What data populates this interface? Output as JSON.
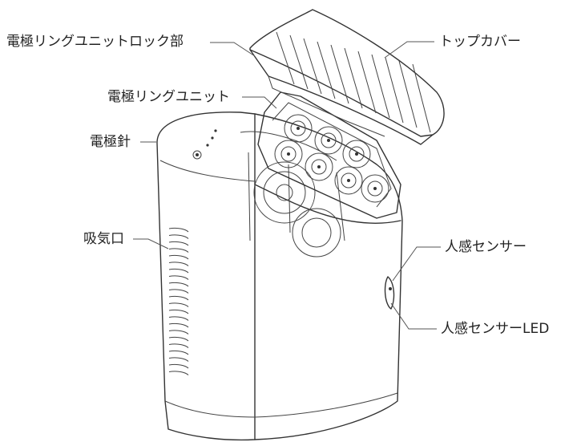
{
  "figure": {
    "labels": {
      "electrode_ring_lock": "電極リングユニットロック部",
      "top_cover": "トップカバー",
      "electrode_ring_unit": "電極リングユニット",
      "electrode_needle": "電極針",
      "air_intake": "吸気口",
      "motion_sensor": "人感センサー",
      "motion_sensor_led": "人感センサーLED"
    }
  }
}
